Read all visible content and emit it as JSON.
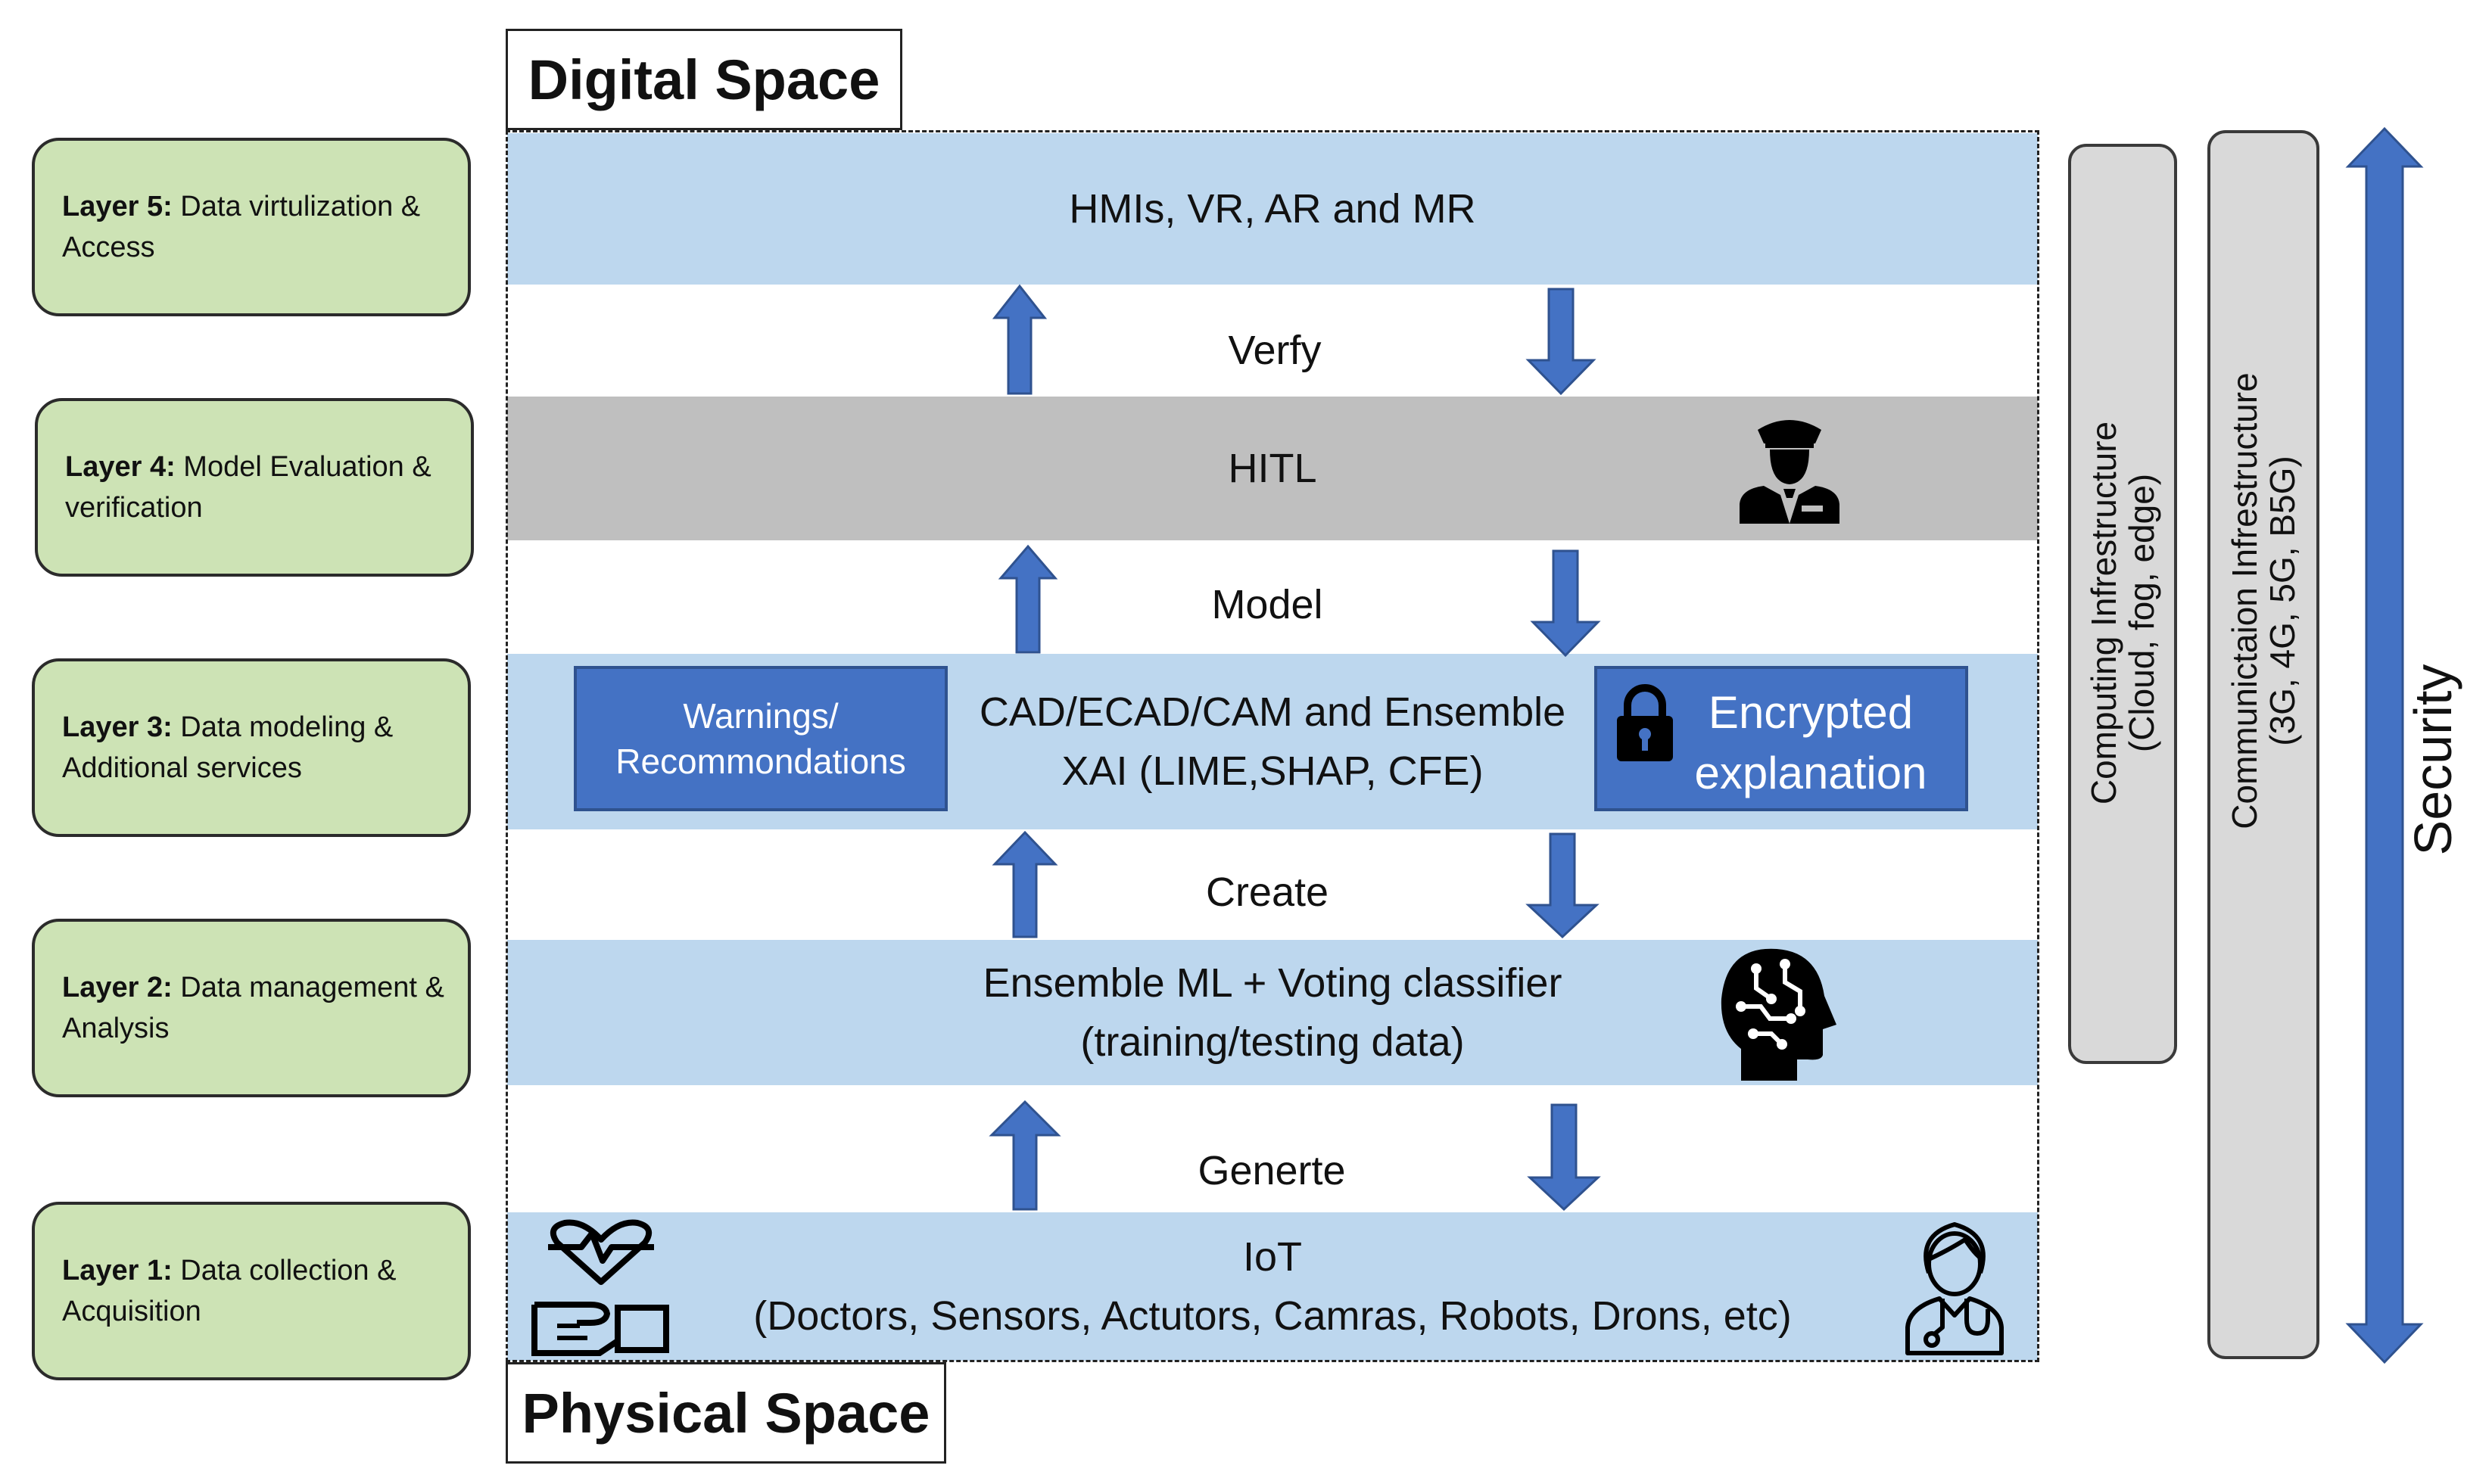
{
  "titles": {
    "digital": "Digital Space",
    "physical": "Physical Space"
  },
  "layers": [
    {
      "bold": "Layer 5:",
      "text": " Data virtulization & Access"
    },
    {
      "bold": "Layer 4:",
      "text": " Model Evaluation & verification"
    },
    {
      "bold": "Layer 3:",
      "text": " Data modeling & Additional services"
    },
    {
      "bold": "Layer 2:",
      "text": " Data management & Analysis"
    },
    {
      "bold": "Layer 1:",
      "text": " Data collection & Acquisition"
    }
  ],
  "bands": {
    "hmi": "HMIs, VR, AR and MR",
    "hitl": "HITL",
    "cad_line1": "CAD/ECAD/CAM and Ensemble",
    "cad_line2": "XAI (LIME,SHAP, CFE)",
    "ml_line1": "Ensemble ML + Voting classifier",
    "ml_line2": "(training/testing data)",
    "iot_line1": "IoT",
    "iot_line2": "(Doctors, Sensors, Actutors, Camras, Robots, Drons, etc)"
  },
  "verbs": {
    "verify": "Verfy",
    "model": "Model",
    "create": "Create",
    "generate": "Generte"
  },
  "boxes": {
    "warnings_line1": "Warnings/",
    "warnings_line2": "Recommondations",
    "encrypted_line1": "Encrypted",
    "encrypted_line2": "explanation"
  },
  "infrastructure": {
    "computing_line1": "Computing Infrestructure",
    "computing_line2": "(Cloud, fog, edge)",
    "communication_line1": "Communictaion Infrestructure",
    "communication_line2": "(3G, 4G, 5G, B5G)",
    "security": "Security"
  },
  "icons": {
    "officer": "officer-icon",
    "lock": "padlock-icon",
    "brain": "ai-head-icon",
    "health": "heart-monitor-hand-icon",
    "doctor": "doctor-icon",
    "arrow": "block-arrow"
  },
  "colors": {
    "layer_green": "#cde3b5",
    "band_blue": "#bdd7ee",
    "band_gray": "#bfbfbf",
    "accent_blue": "#4472c4",
    "infra_gray": "#d9d9d9"
  }
}
